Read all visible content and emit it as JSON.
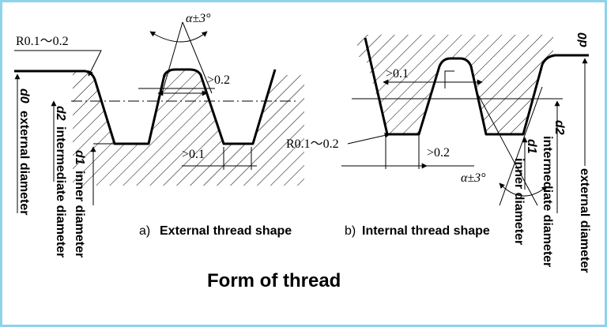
{
  "title": "Form of thread",
  "external": {
    "caption_letter": "a)",
    "caption_text": "External thread shape",
    "radius_label": "R0.1～0.2",
    "angle_label": "α±3°",
    "gt_top_label": ">0.2",
    "gt_bottom_label": ">0.1",
    "d0_symbol": "d0",
    "d0_text": "external diameter",
    "d2_symbol": "d2",
    "d2_text": "intermediate diameter",
    "d1_symbol": "d1",
    "d1_text": "inner diameter"
  },
  "internal": {
    "caption_letter": "b)",
    "caption_text": "Internal thread shape",
    "radius_label": "R0.1～0.2",
    "angle_label": "α±3°",
    "gt_top_label": ">0.1",
    "gt_bottom_label": ">0.2",
    "d0_symbol": "d0",
    "d0_text": "external diameter",
    "d2_symbol": "d2",
    "d2_text": "intermediate diameter",
    "d1_symbol": "d1",
    "d1_text": "inner diameter"
  },
  "colors": {
    "frame": "#8fd3ea",
    "ink": "#000000",
    "background": "#ffffff"
  }
}
